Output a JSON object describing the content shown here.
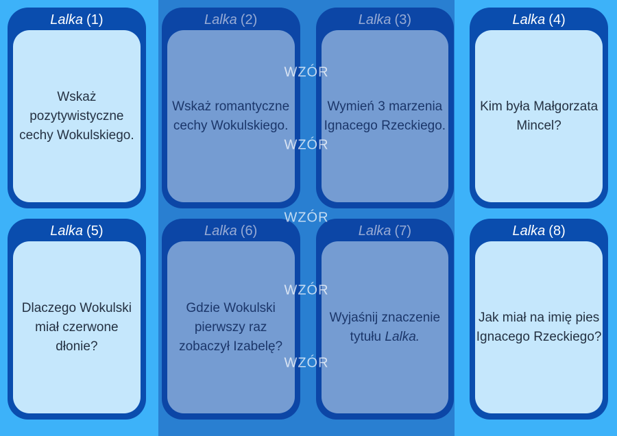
{
  "sheet": {
    "colors": {
      "background": "#3db2f9",
      "card_blue": "#0a4dae",
      "panel_light_blue": "#c5e7fc",
      "question_text": "#243142",
      "title_text": "#ffffff",
      "overlay": "rgba(17,62,158,0.44)",
      "watermark_text": "rgba(255,255,255,0.72)"
    }
  },
  "watermark": {
    "label": "WZÓR",
    "y_positions": [
      106,
      212,
      318,
      424,
      530
    ]
  },
  "cards": [
    {
      "title_word": "Lalka",
      "title_suffix": "(1)",
      "lines": [
        [
          {
            "t": "Wskaż"
          }
        ],
        [
          {
            "t": "pozytywistyczne"
          }
        ],
        [
          {
            "t": "cechy Wokulskiego."
          }
        ]
      ],
      "dimmed": false
    },
    {
      "title_word": "Lalka",
      "title_suffix": "(2)",
      "lines": [
        [
          {
            "t": "Wskaż romantyczne"
          }
        ],
        [
          {
            "t": "cechy Wokulskiego."
          }
        ]
      ],
      "dimmed": true
    },
    {
      "title_word": "Lalka",
      "title_suffix": "(3)",
      "lines": [
        [
          {
            "t": "Wymień 3 marzenia"
          }
        ],
        [
          {
            "t": "Ignacego Rzeckiego."
          }
        ]
      ],
      "dimmed": true
    },
    {
      "title_word": "Lalka",
      "title_suffix": "(4)",
      "lines": [
        [
          {
            "t": "Kim była Małgorzata"
          }
        ],
        [
          {
            "t": "Mincel?"
          }
        ]
      ],
      "dimmed": false
    },
    {
      "title_word": "Lalka",
      "title_suffix": "(5)",
      "lines": [
        [
          {
            "t": "Dlaczego Wokulski"
          }
        ],
        [
          {
            "t": "miał czerwone"
          }
        ],
        [
          {
            "t": "dłonie?"
          }
        ]
      ],
      "dimmed": false
    },
    {
      "title_word": "Lalka",
      "title_suffix": "(6)",
      "lines": [
        [
          {
            "t": "Gdzie Wokulski"
          }
        ],
        [
          {
            "t": "pierwszy raz"
          }
        ],
        [
          {
            "t": "zobaczył Izabelę?"
          }
        ]
      ],
      "dimmed": true
    },
    {
      "title_word": "Lalka",
      "title_suffix": "(7)",
      "lines": [
        [
          {
            "t": "Wyjaśnij znaczenie"
          }
        ],
        [
          {
            "t": "tytułu "
          },
          {
            "t": "Lalka.",
            "i": true
          }
        ]
      ],
      "dimmed": true
    },
    {
      "title_word": "Lalka",
      "title_suffix": "(8)",
      "lines": [
        [
          {
            "t": "Jak miał na imię pies"
          }
        ],
        [
          {
            "t": "Ignacego Rzeckiego?"
          }
        ]
      ],
      "dimmed": false
    }
  ]
}
